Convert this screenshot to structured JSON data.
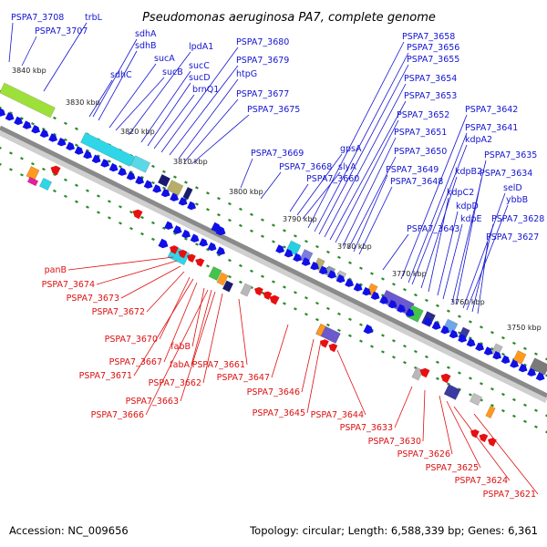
{
  "title": "Pseudomonas aeruginosa PA7, complete genome",
  "footer": {
    "accession": "Accession: NC_009656",
    "topology": "Topology: circular; Length: 6,588,339 bp; Genes: 6,361"
  },
  "colors": {
    "forward_label": "#1414d0",
    "reverse_label": "#dd1010",
    "forward_arrow": "#1010e6",
    "reverse_arrow": "#e61010",
    "backbone": "#8a8a8a",
    "tick": "#2a8a2a"
  },
  "scale_labels": [
    "3840 kbp",
    "3830 kbp",
    "3820 kbp",
    "3810 kbp",
    "3800 kbp",
    "3790 kbp",
    "3780 kbp",
    "3770 kbp",
    "3760 kbp",
    "3750 kbp"
  ],
  "forward_genes": [
    "PSPA7_3708",
    "PSPA7_3707",
    "trbL",
    "sdhA",
    "sdhB",
    "sdhC",
    "sucA",
    "sucB",
    "lpdA1",
    "sucC",
    "sucD",
    "brnQ1",
    "PSPA7_3680",
    "PSPA7_3679",
    "htpG",
    "PSPA7_3677",
    "PSPA7_3675",
    "PSPA7_3669",
    "PSPA7_3668",
    "gpsA",
    "slyA",
    "PSPA7_3660",
    "PSPA7_3658",
    "PSPA7_3656",
    "PSPA7_3655",
    "PSPA7_3654",
    "PSPA7_3653",
    "PSPA7_3652",
    "PSPA7_3651",
    "PSPA7_3650",
    "PSPA7_3649",
    "PSPA7_3648",
    "PSPA7_3643",
    "PSPA7_3642",
    "PSPA7_3641",
    "kdpA2",
    "kdpB2",
    "kdpC2",
    "kdpD",
    "kdpE",
    "PSPA7_3635",
    "PSPA7_3634",
    "selD",
    "ybbB",
    "PSPA7_3628",
    "PSPA7_3627"
  ],
  "reverse_genes": [
    "panB",
    "PSPA7_3674",
    "PSPA7_3673",
    "PSPA7_3672",
    "PSPA7_3670",
    "fabB",
    "PSPA7_3667",
    "fabA",
    "PSPA7_3671",
    "PSPA7_3661",
    "PSPA7_3662",
    "PSPA7_3647",
    "PSPA7_3663",
    "PSPA7_3646",
    "PSPA7_3666",
    "PSPA7_3645",
    "PSPA7_3644",
    "PSPA7_3633",
    "PSPA7_3630",
    "PSPA7_3626",
    "PSPA7_3625",
    "PSPA7_3624",
    "PSPA7_3621"
  ]
}
